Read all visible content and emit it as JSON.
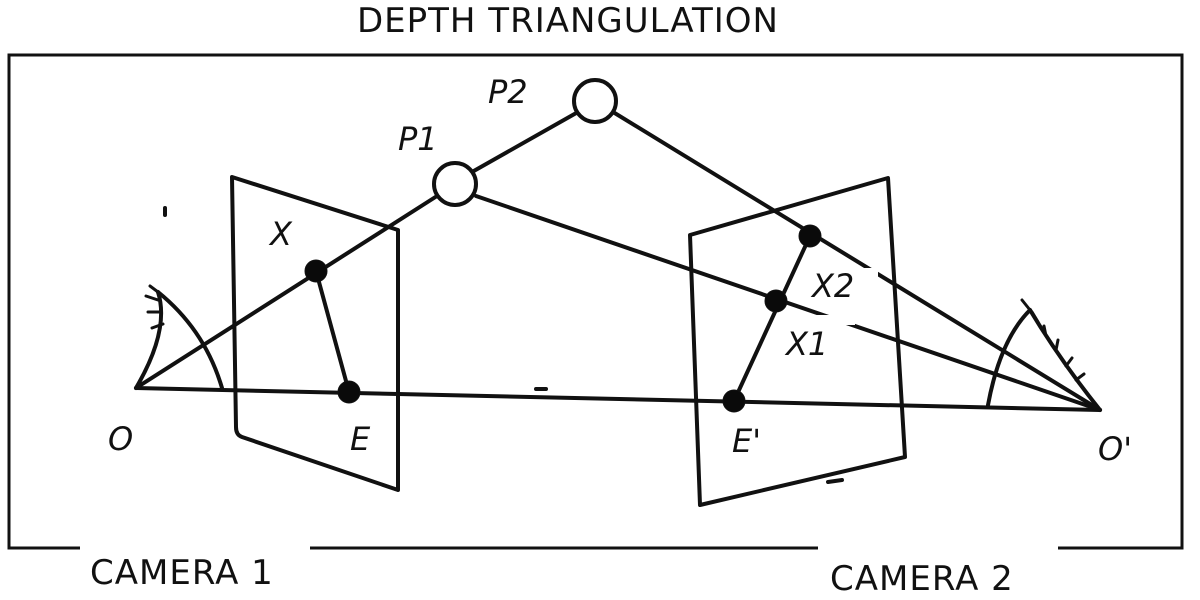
{
  "title": "DEPTH TRIANGULATION",
  "points": {
    "p1": "P1",
    "p2": "P2",
    "x": "X",
    "x1": "X1",
    "x2": "X2",
    "e": "E",
    "e_prime": "E'",
    "o": "O",
    "o_prime": "O'"
  },
  "cameras": {
    "camera1": "CAMERA 1",
    "camera2": "CAMERA 2"
  },
  "icons": {
    "eye_left": "eye-icon",
    "eye_right": "eye-icon"
  }
}
